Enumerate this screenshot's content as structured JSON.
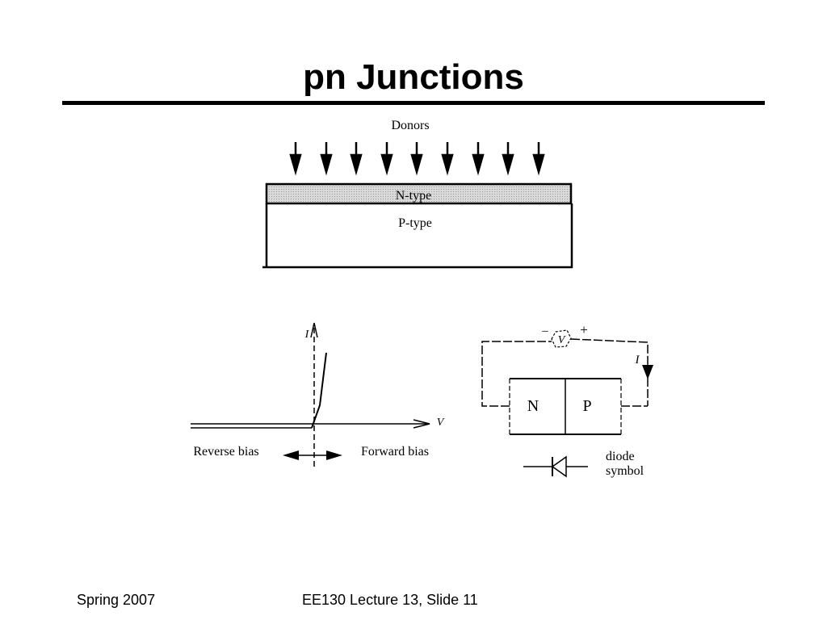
{
  "title": "pn Junctions",
  "footer": {
    "left": "Spring 2007",
    "center": "EE130 Lecture 13, Slide 11"
  },
  "doping_diagram": {
    "label_donors": "Donors",
    "label_n_type": "N-type",
    "label_p_type": "P-type"
  },
  "iv_plot": {
    "label_current_axis": "I",
    "label_voltage_axis": "V",
    "label_reverse_bias": "Reverse bias",
    "label_forward_bias": "Forward bias"
  },
  "circuit": {
    "label_minus": "–",
    "label_plus": "+",
    "label_voltmeter": "V",
    "label_current": "I",
    "label_n_region": "N",
    "label_p_region": "P",
    "label_diode_symbol_line1": "diode",
    "label_diode_symbol_line2": "symbol"
  },
  "colors": {
    "ink": "#000000",
    "n_layer_fill": "#d9d9d9",
    "background": "#ffffff"
  }
}
